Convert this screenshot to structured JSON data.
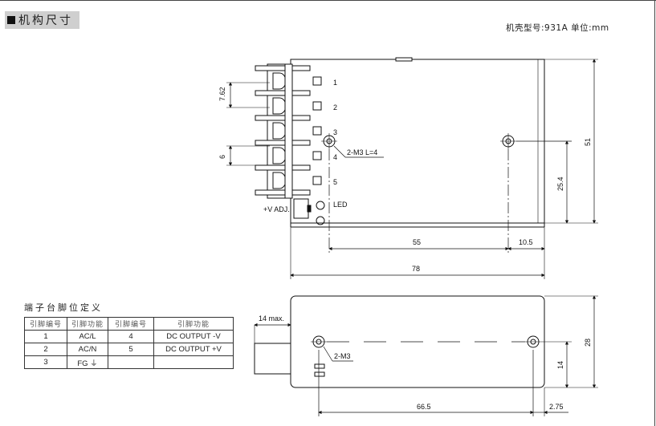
{
  "header": {
    "title": "机构尺寸"
  },
  "model_info": "机壳型号:931A 单位:mm",
  "top_view": {
    "terminals": [
      "1",
      "2",
      "3",
      "4",
      "5"
    ],
    "pitch_label": "7.62",
    "height_label": "6",
    "screw_label": "2-M3 L=4",
    "vadj_label": "+V ADJ.",
    "led_label": "LED",
    "dim_55": "55",
    "dim_10_5": "10.5",
    "dim_78": "78",
    "dim_51": "51",
    "dim_25_4": "25.4"
  },
  "side_view": {
    "dim_14max": "14 max.",
    "screw_label": "2-M3",
    "dim_28": "28",
    "dim_14": "14",
    "dim_66_5": "66.5",
    "dim_2_75": "2.75"
  },
  "pin_table": {
    "title": "端子台脚位定义",
    "headers": [
      "引脚编号",
      "引脚功能",
      "引脚编号",
      "引脚功能"
    ],
    "rows": [
      [
        "1",
        "AC/L",
        "4",
        "DC OUTPUT -V"
      ],
      [
        "2",
        "AC/N",
        "5",
        "DC OUTPUT +V"
      ],
      [
        "3",
        "FG ⏚",
        "",
        ""
      ]
    ]
  }
}
